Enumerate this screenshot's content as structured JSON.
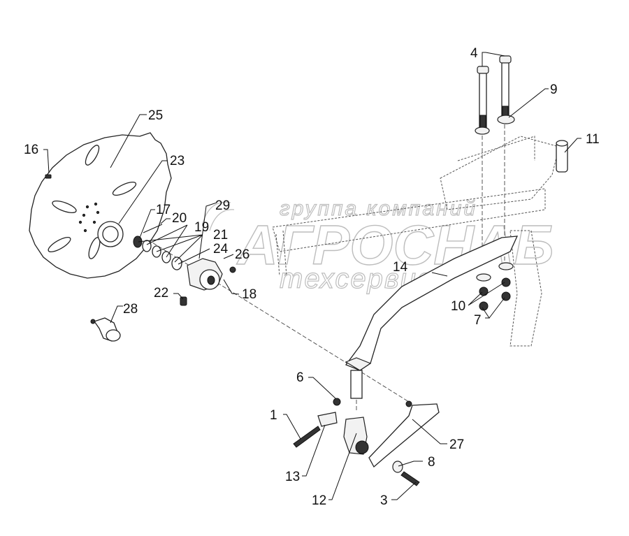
{
  "diagram": {
    "type": "exploded-parts-diagram",
    "subject": "seeder coulter/disc assembly",
    "watermark": {
      "line1": "группа компаний",
      "line2": "АГРОСНАБ",
      "line3": "техсервис"
    },
    "callouts": [
      {
        "id": "c1",
        "label": "1",
        "part": "bolt"
      },
      {
        "id": "c3",
        "label": "3",
        "part": "bolt"
      },
      {
        "id": "c4",
        "label": "4",
        "part": "long-bolts"
      },
      {
        "id": "c6",
        "label": "6",
        "part": "nut"
      },
      {
        "id": "c7",
        "label": "7",
        "part": "lock-nuts"
      },
      {
        "id": "c8",
        "label": "8",
        "part": "washer"
      },
      {
        "id": "c9",
        "label": "9",
        "part": "washer"
      },
      {
        "id": "c10",
        "label": "10",
        "part": "spring-washers"
      },
      {
        "id": "c11",
        "label": "11",
        "part": "bushing"
      },
      {
        "id": "c12",
        "label": "12",
        "part": "adjuster-body"
      },
      {
        "id": "c13",
        "label": "13",
        "part": "clamp"
      },
      {
        "id": "c14",
        "label": "14",
        "part": "arm"
      },
      {
        "id": "c16",
        "label": "16",
        "part": "bolt"
      },
      {
        "id": "c17",
        "label": "17",
        "part": "seal"
      },
      {
        "id": "c18",
        "label": "18",
        "part": "hub-cap"
      },
      {
        "id": "c19",
        "label": "19",
        "part": "bearings"
      },
      {
        "id": "c20",
        "label": "20",
        "part": "bolt"
      },
      {
        "id": "c21",
        "label": "21",
        "part": "rings"
      },
      {
        "id": "c22",
        "label": "22",
        "part": "grease-fitting"
      },
      {
        "id": "c23",
        "label": "23",
        "part": "flange"
      },
      {
        "id": "c24",
        "label": "24",
        "part": "nut"
      },
      {
        "id": "c25",
        "label": "25",
        "part": "notched-disc"
      },
      {
        "id": "c26",
        "label": "26",
        "part": "nut"
      },
      {
        "id": "c27",
        "label": "27",
        "part": "lever"
      },
      {
        "id": "c28",
        "label": "28",
        "part": "axle"
      },
      {
        "id": "c29",
        "label": "29",
        "part": "hub"
      }
    ]
  }
}
